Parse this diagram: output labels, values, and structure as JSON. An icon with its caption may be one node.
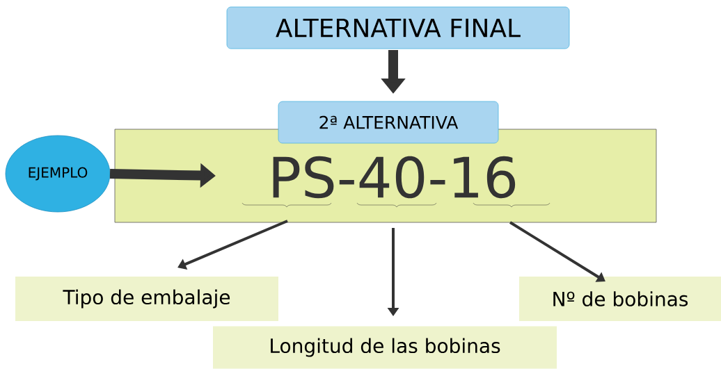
{
  "diagram": {
    "nodes": [
      {
        "text": [
          "ALTERNATIVA FINAL"
        ]
      },
      {
        "text": [
          "2ª ALTERNATIVA"
        ]
      },
      {
        "text": [
          "PS-40-16"
        ]
      },
      {
        "text": [
          "EJEMPLO"
        ]
      },
      {
        "text": [
          "Tipo de embalaje"
        ]
      },
      {
        "text": [
          "Longitud de las bobinas"
        ]
      },
      {
        "text": [
          "Nº de bobinas"
        ]
      }
    ],
    "edges": [
      {
        "from": 0,
        "to": 1,
        "arrow": "to",
        "style": "thick"
      },
      {
        "from": 3,
        "to": 2,
        "arrow": "to",
        "style": "thick"
      },
      {
        "from": 2,
        "to": 4,
        "arrow": "to"
      },
      {
        "from": 2,
        "to": 5,
        "arrow": "to"
      },
      {
        "from": 2,
        "to": 6,
        "arrow": "to"
      }
    ]
  }
}
